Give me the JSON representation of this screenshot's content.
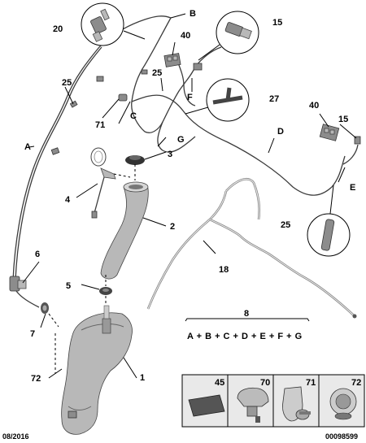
{
  "callouts": {
    "n20": "20",
    "B": "B",
    "n15a": "15",
    "n40a": "40",
    "n25a": "25",
    "F": "F",
    "n27": "27",
    "n25b": "25",
    "C": "C",
    "n71": "71",
    "n40b": "40",
    "n15b": "15",
    "A": "A",
    "G": "G",
    "D": "D",
    "n3": "3",
    "n4": "4",
    "E": "E",
    "n2": "2",
    "n25c": "25",
    "n6": "6",
    "n18": "18",
    "n5": "5",
    "n8": "8",
    "n7": "7",
    "n1": "1",
    "n72": "72"
  },
  "formula": "A + B + C + D + E + F + G",
  "legend_boxes": [
    {
      "number": "45",
      "icon": "pad-icon"
    },
    {
      "number": "70",
      "icon": "hose-clip-icon"
    },
    {
      "number": "71",
      "icon": "retaining-clip-icon"
    },
    {
      "number": "72",
      "icon": "grommet-icon"
    }
  ],
  "footer": {
    "date": "08/2016",
    "reference": "00098599"
  }
}
